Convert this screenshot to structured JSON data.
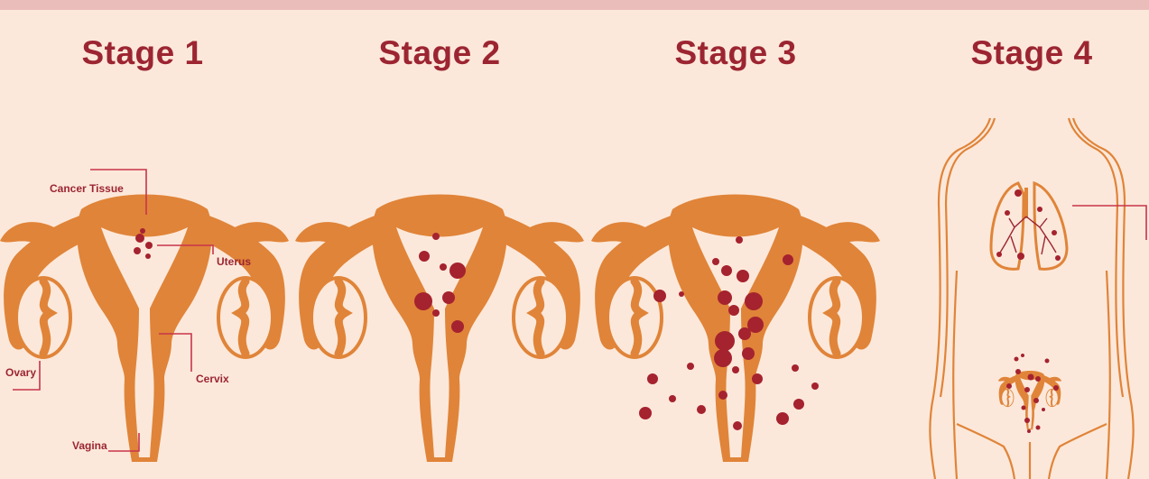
{
  "stages": [
    {
      "title": "Stage 1"
    },
    {
      "title": "Stage 2"
    },
    {
      "title": "Stage 3"
    },
    {
      "title": "Stage 4"
    }
  ],
  "labels": {
    "cancer_tissue": "Cancer Tissue",
    "uterus": "Uterus",
    "ovary": "Ovary",
    "cervix": "Cervix",
    "vagina": "Vagina"
  },
  "colors": {
    "background": "#FCE8DA",
    "top_band": "#EBBDBA",
    "organ": "#E08439",
    "organ_inner": "#FCE8DA",
    "tumor": "#A5222F",
    "title": "#9C2532",
    "leader_line": "#C8344A"
  }
}
